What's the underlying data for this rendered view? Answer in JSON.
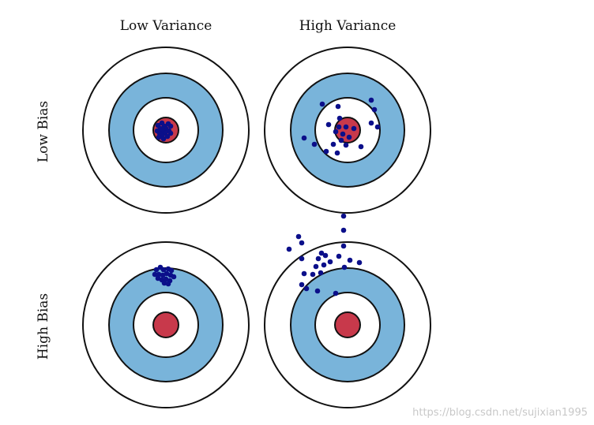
{
  "columns": [
    "Low Variance",
    "High Variance"
  ],
  "rows": [
    "Low Bias",
    "High Bias"
  ],
  "watermark": "https://blog.csdn.net/sujixian1995",
  "colors": {
    "outer_ring": "#ffffff",
    "middle_ring": "#79b4da",
    "inner_ring": "#ffffff",
    "bullseye": "#c8394b",
    "ring_stroke": "#111111",
    "point": "#0b0f8a"
  },
  "targets": [
    {
      "name": "low-bias-low-variance",
      "points": [
        [
          -5,
          -9
        ],
        [
          3,
          -8
        ],
        [
          -10,
          -6
        ],
        [
          -2,
          -5
        ],
        [
          6,
          -5
        ],
        [
          -7,
          -2
        ],
        [
          0,
          -2
        ],
        [
          -11,
          1
        ],
        [
          -4,
          1
        ],
        [
          4,
          1
        ],
        [
          -8,
          4
        ],
        [
          -1,
          4
        ],
        [
          6,
          4
        ],
        [
          -5,
          7
        ],
        [
          2,
          8
        ],
        [
          -9,
          9
        ],
        [
          -3,
          11
        ]
      ]
    },
    {
      "name": "low-bias-high-variance",
      "points": [
        [
          -32,
          -33
        ],
        [
          -12,
          -30
        ],
        [
          30,
          -38
        ],
        [
          34,
          -26
        ],
        [
          -10,
          -15
        ],
        [
          -24,
          -7
        ],
        [
          -11,
          -4
        ],
        [
          -15,
          2
        ],
        [
          -2,
          -4
        ],
        [
          8,
          -2
        ],
        [
          -6,
          5
        ],
        [
          2,
          9
        ],
        [
          -8,
          13
        ],
        [
          17,
          21
        ],
        [
          -18,
          18
        ],
        [
          -2,
          19
        ],
        [
          -27,
          27
        ],
        [
          38,
          -4
        ],
        [
          30,
          -9
        ],
        [
          -55,
          10
        ],
        [
          -42,
          18
        ],
        [
          -13,
          29
        ]
      ]
    },
    {
      "name": "high-bias-low-variance",
      "points": [
        [
          -12,
          -70
        ],
        [
          -7,
          -73
        ],
        [
          -3,
          -70
        ],
        [
          3,
          -71
        ],
        [
          7,
          -69
        ],
        [
          -14,
          -64
        ],
        [
          -9,
          -64
        ],
        [
          -4,
          -63
        ],
        [
          1,
          -65
        ],
        [
          6,
          -63
        ],
        [
          10,
          -61
        ],
        [
          -10,
          -59
        ],
        [
          -5,
          -57
        ],
        [
          0,
          -58
        ],
        [
          5,
          -56
        ],
        [
          -2,
          -53
        ],
        [
          3,
          -52
        ]
      ]
    },
    {
      "name": "high-bias-high-variance",
      "points": [
        [
          -5,
          -138
        ],
        [
          -5,
          -120
        ],
        [
          -62,
          -112
        ],
        [
          -58,
          -104
        ],
        [
          -74,
          -96
        ],
        [
          -5,
          -100
        ],
        [
          -33,
          -91
        ],
        [
          -37,
          -84
        ],
        [
          -28,
          -88
        ],
        [
          -40,
          -74
        ],
        [
          -30,
          -76
        ],
        [
          -34,
          -66
        ],
        [
          -44,
          -64
        ],
        [
          -22,
          -80
        ],
        [
          -11,
          -87
        ],
        [
          -4,
          -73
        ],
        [
          3,
          -82
        ],
        [
          15,
          -79
        ],
        [
          -55,
          -65
        ],
        [
          -58,
          -51
        ],
        [
          -52,
          -46
        ],
        [
          -38,
          -43
        ],
        [
          -15,
          -40
        ],
        [
          -58,
          -84
        ]
      ]
    }
  ]
}
